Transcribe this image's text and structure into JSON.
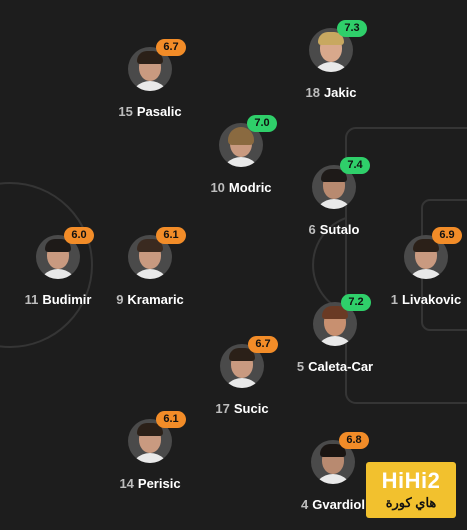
{
  "players": [
    {
      "id": "pasalic",
      "number": "15",
      "name": "Pasalic",
      "rating": "6.7",
      "rating_color": "orange"
    },
    {
      "id": "jakic",
      "number": "18",
      "name": "Jakic",
      "rating": "7.3",
      "rating_color": "green"
    },
    {
      "id": "modric",
      "number": "10",
      "name": "Modric",
      "rating": "7.0",
      "rating_color": "green"
    },
    {
      "id": "sutalo",
      "number": "6",
      "name": "Sutalo",
      "rating": "7.4",
      "rating_color": "green"
    },
    {
      "id": "budimir",
      "number": "11",
      "name": "Budimir",
      "rating": "6.0",
      "rating_color": "orange"
    },
    {
      "id": "kramaric",
      "number": "9",
      "name": "Kramaric",
      "rating": "6.1",
      "rating_color": "orange"
    },
    {
      "id": "livakovic",
      "number": "1",
      "name": "Livakovic",
      "rating": "6.9",
      "rating_color": "orange"
    },
    {
      "id": "caleta-car",
      "number": "5",
      "name": "Caleta-Car",
      "rating": "7.2",
      "rating_color": "green"
    },
    {
      "id": "sucic",
      "number": "17",
      "name": "Sucic",
      "rating": "6.7",
      "rating_color": "orange"
    },
    {
      "id": "perisic",
      "number": "14",
      "name": "Perisic",
      "rating": "6.1",
      "rating_color": "orange"
    },
    {
      "id": "gvardiol",
      "number": "4",
      "name": "Gvardiol",
      "rating": "6.8",
      "rating_color": "orange"
    }
  ],
  "watermark": {
    "text_en": "HiHi2",
    "text_ar": "هاي كورة"
  },
  "colors": {
    "background": "#1d1d1d",
    "rating_orange": "#f28c28",
    "rating_green": "#2fcf6a",
    "pitch_lines": "#3a3a3a"
  }
}
